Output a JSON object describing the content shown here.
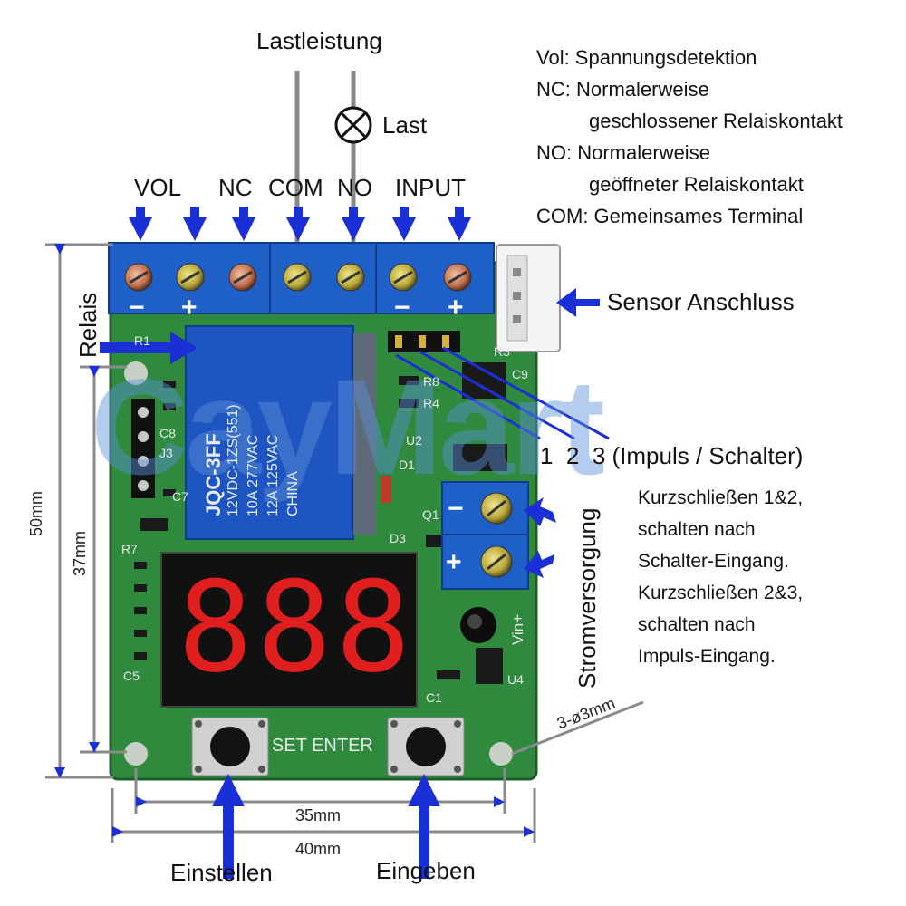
{
  "labels": {
    "load_power": "Lastleistung",
    "load": "Last",
    "terminals": [
      "VOL",
      "NC",
      "COM",
      "NO",
      "INPUT"
    ],
    "relay": "Relais",
    "sensor": "Sensor Anschluss",
    "power_supply": "Stromversorgung",
    "jumper_pins": "1  2  3 (Impuls / Schalter)",
    "set_button": "Einstellen",
    "enter_button": "Eingeben"
  },
  "legend": [
    "Vol: Spannungsdetektion",
    "NC: Normalerweise",
    "geschlossener Relaiskontakt",
    "NO: Normalerweise",
    "geöffneter Relaiskontakt",
    "COM: Gemeinsames Terminal"
  ],
  "jumper_note": [
    "Kurzschließen 1&2,",
    "schalten nach",
    "Schalter-Eingang.",
    "Kurzschließen 2&3,",
    "schalten nach",
    "Impuls-Eingang."
  ],
  "dimensions": {
    "height_total": "50mm",
    "height_holes": "37mm",
    "width_holes": "35mm",
    "width_total": "40mm",
    "holes": "3-ø3mm"
  },
  "board": {
    "polarity": [
      "−",
      "+",
      "−",
      "+"
    ],
    "power_polarity": [
      "−",
      "+"
    ],
    "relay_text": [
      "JQC-3FF",
      "12VDC-1ZS(551)",
      "10A 277VAC",
      "12A 125VAC",
      "CHINA"
    ],
    "display": "888",
    "silk_buttons": "SET  ENTER",
    "vin": "Vin+",
    "components": [
      "R1",
      "R8",
      "R4",
      "R3",
      "C9",
      "C8",
      "J3",
      "D1",
      "C7",
      "R7",
      "C5",
      "C1",
      "U2",
      "D3",
      "U4",
      "Q1"
    ]
  },
  "watermark": "CayMart",
  "colors": {
    "pcb": "#2f8a3e",
    "terminal": "#1f5fc8",
    "arrow": "#1a2fd6",
    "display": "#e01e1e",
    "watermark": "#5b8fd8"
  }
}
